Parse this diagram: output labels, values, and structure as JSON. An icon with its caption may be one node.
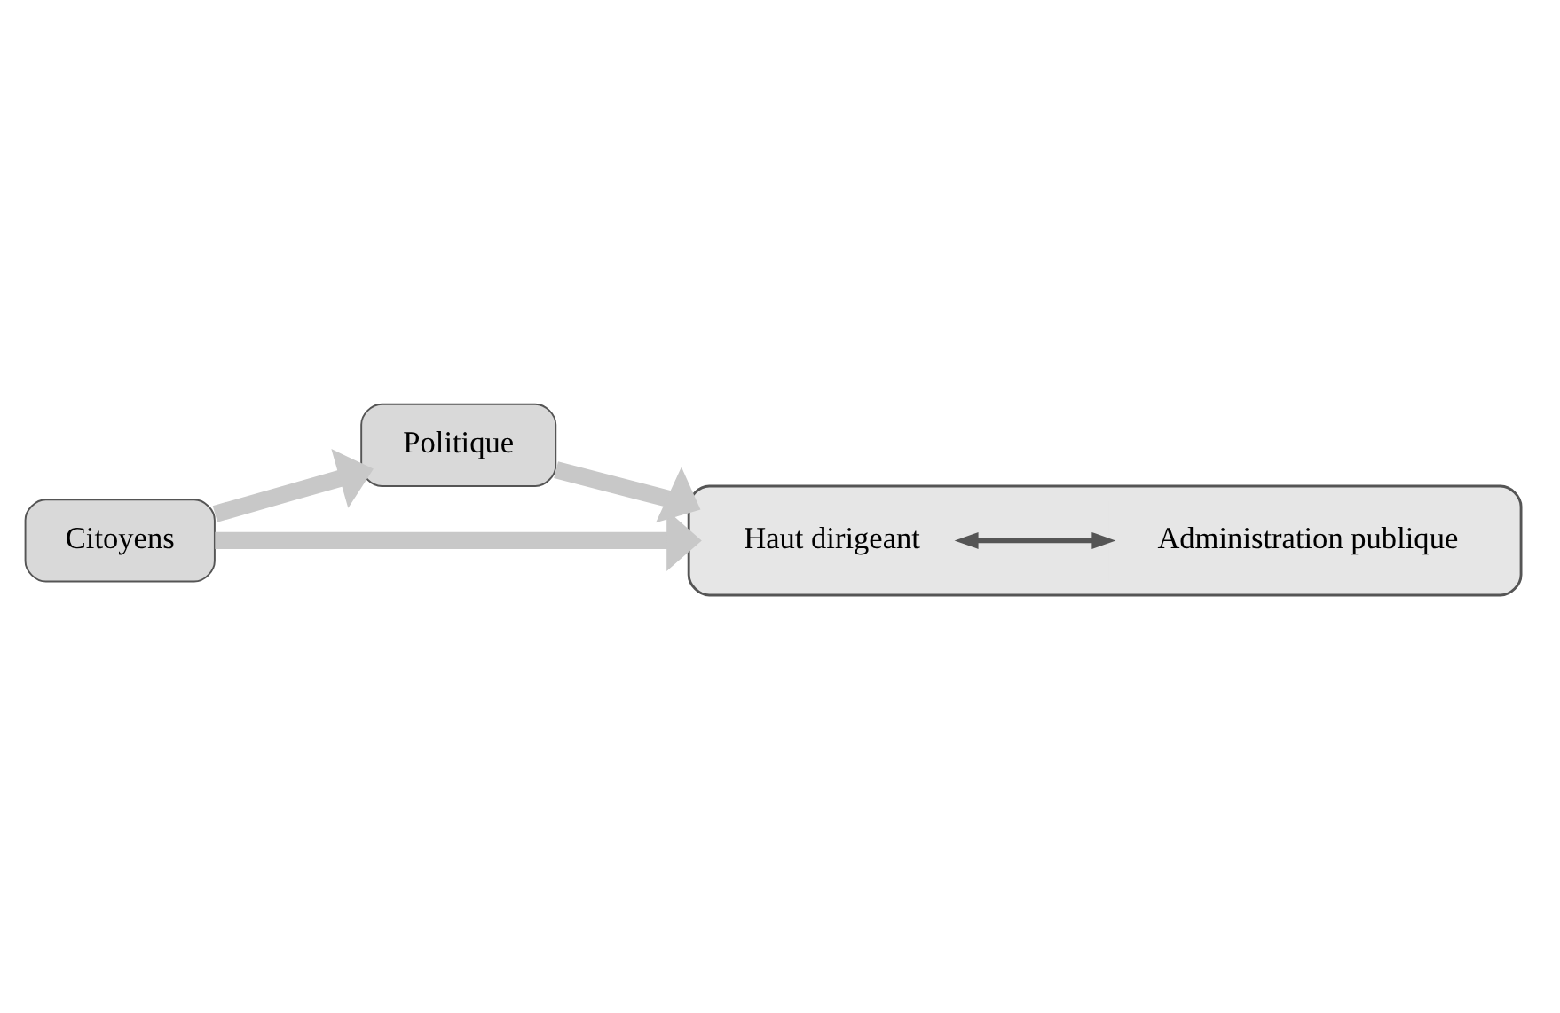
{
  "diagram": {
    "nodes": [
      {
        "text": [
          "Citoyens"
        ]
      },
      {
        "text": [
          "Politique"
        ]
      },
      {
        "text": [],
        "shape": "box"
      },
      {
        "text": [
          "Haut dirigeant"
        ],
        "in": 2
      },
      {
        "text": [
          "Administration publique"
        ],
        "in": 2
      }
    ],
    "edges": [
      {
        "from": 0,
        "to": 1,
        "arrow": "to"
      },
      {
        "from": 1,
        "to": 2,
        "arrow": "to"
      },
      {
        "from": 0,
        "to": 2,
        "arrow": "to"
      },
      {
        "from": 3,
        "to": 4,
        "arrow": "both",
        "color": "#555555"
      }
    ]
  }
}
